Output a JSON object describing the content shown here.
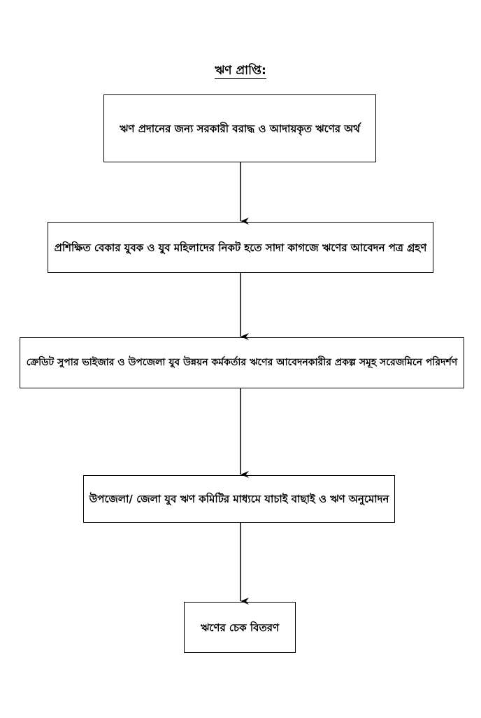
{
  "title": "ঋণ প্রাপ্তি:",
  "steps": [
    "ঋণ প্রদানের জন্য সরকারী বরাদ্ধ ও আদায়কৃত ঋণের অর্থ",
    "প্রশিক্ষিত বেকার যুবক ও যুব মহিলাদের নিকট হতে সাদা কাগজে ঋণের আবেদন পত্র গ্রহণ",
    "ক্রেডিট সুপার ভাইজার ও উপজেলা যুব উন্নয়ন কর্মকর্তার ঋণের আবেদনকারীর প্রকল্প সমূহ সরেজমিনে পরিদর্শণ",
    "উপজেলা/ জেলা যুব ঋণ কমিটির মাধ্যমে যাচাই বাছাই ও ঋণ অনুমোদন",
    "ঋণের চেক বিতরণ"
  ]
}
